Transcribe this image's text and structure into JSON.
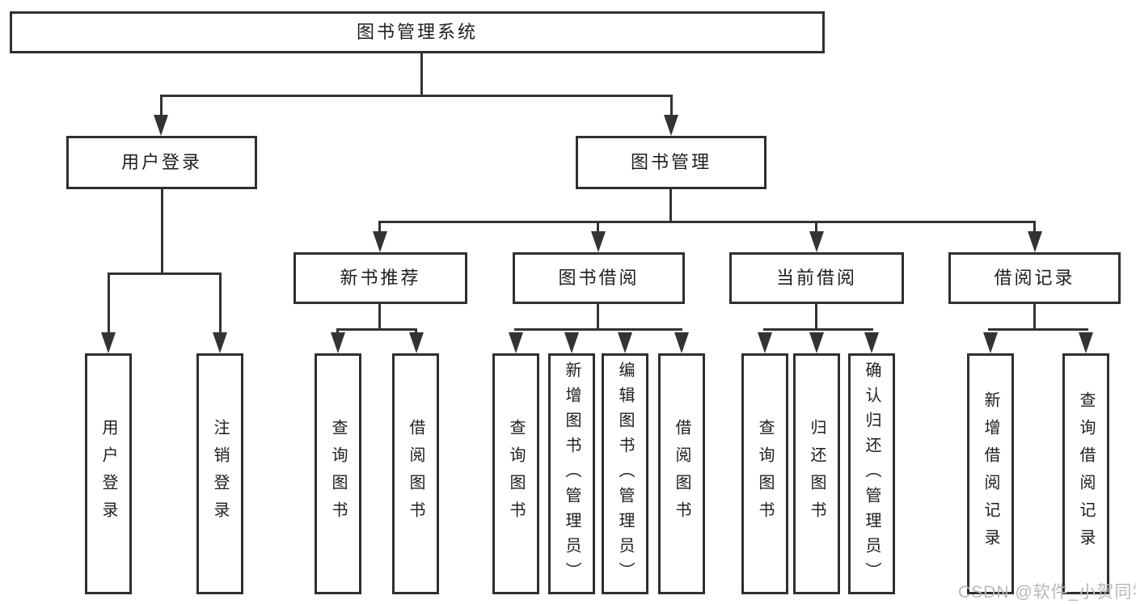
{
  "diagram": {
    "title_node": "图书管理系统",
    "root": {
      "label": "图书管理系统"
    },
    "branches": {
      "userLogin": {
        "label": "用户登录",
        "children": [
          {
            "label": "用户登录"
          },
          {
            "label": "注销登录"
          }
        ]
      },
      "bookMgmt": {
        "label": "图书管理",
        "children": [
          {
            "label": "新书推荐",
            "children": [
              {
                "label": "查询图书"
              },
              {
                "label": "借阅图书"
              }
            ]
          },
          {
            "label": "图书借阅",
            "children": [
              {
                "label": "查询图书"
              },
              {
                "label": "新增图书（管理员）"
              },
              {
                "label": "编辑图书（管理员）"
              },
              {
                "label": "借阅图书"
              }
            ]
          },
          {
            "label": "当前借阅",
            "children": [
              {
                "label": "查询图书"
              },
              {
                "label": "归还图书"
              },
              {
                "label": "确认归还（管理员）"
              }
            ]
          },
          {
            "label": "借阅记录",
            "children": [
              {
                "label": "新增借阅记录"
              },
              {
                "label": "查询借阅记录"
              }
            ]
          }
        ]
      }
    }
  },
  "watermark": {
    "text": "CSDN @软件_小贺同学"
  },
  "colors": {
    "line": "#333333",
    "border": "#2f2f2f",
    "text": "#1e1e1e",
    "watermark": "#b8b8b8",
    "background": "#ffffff"
  }
}
